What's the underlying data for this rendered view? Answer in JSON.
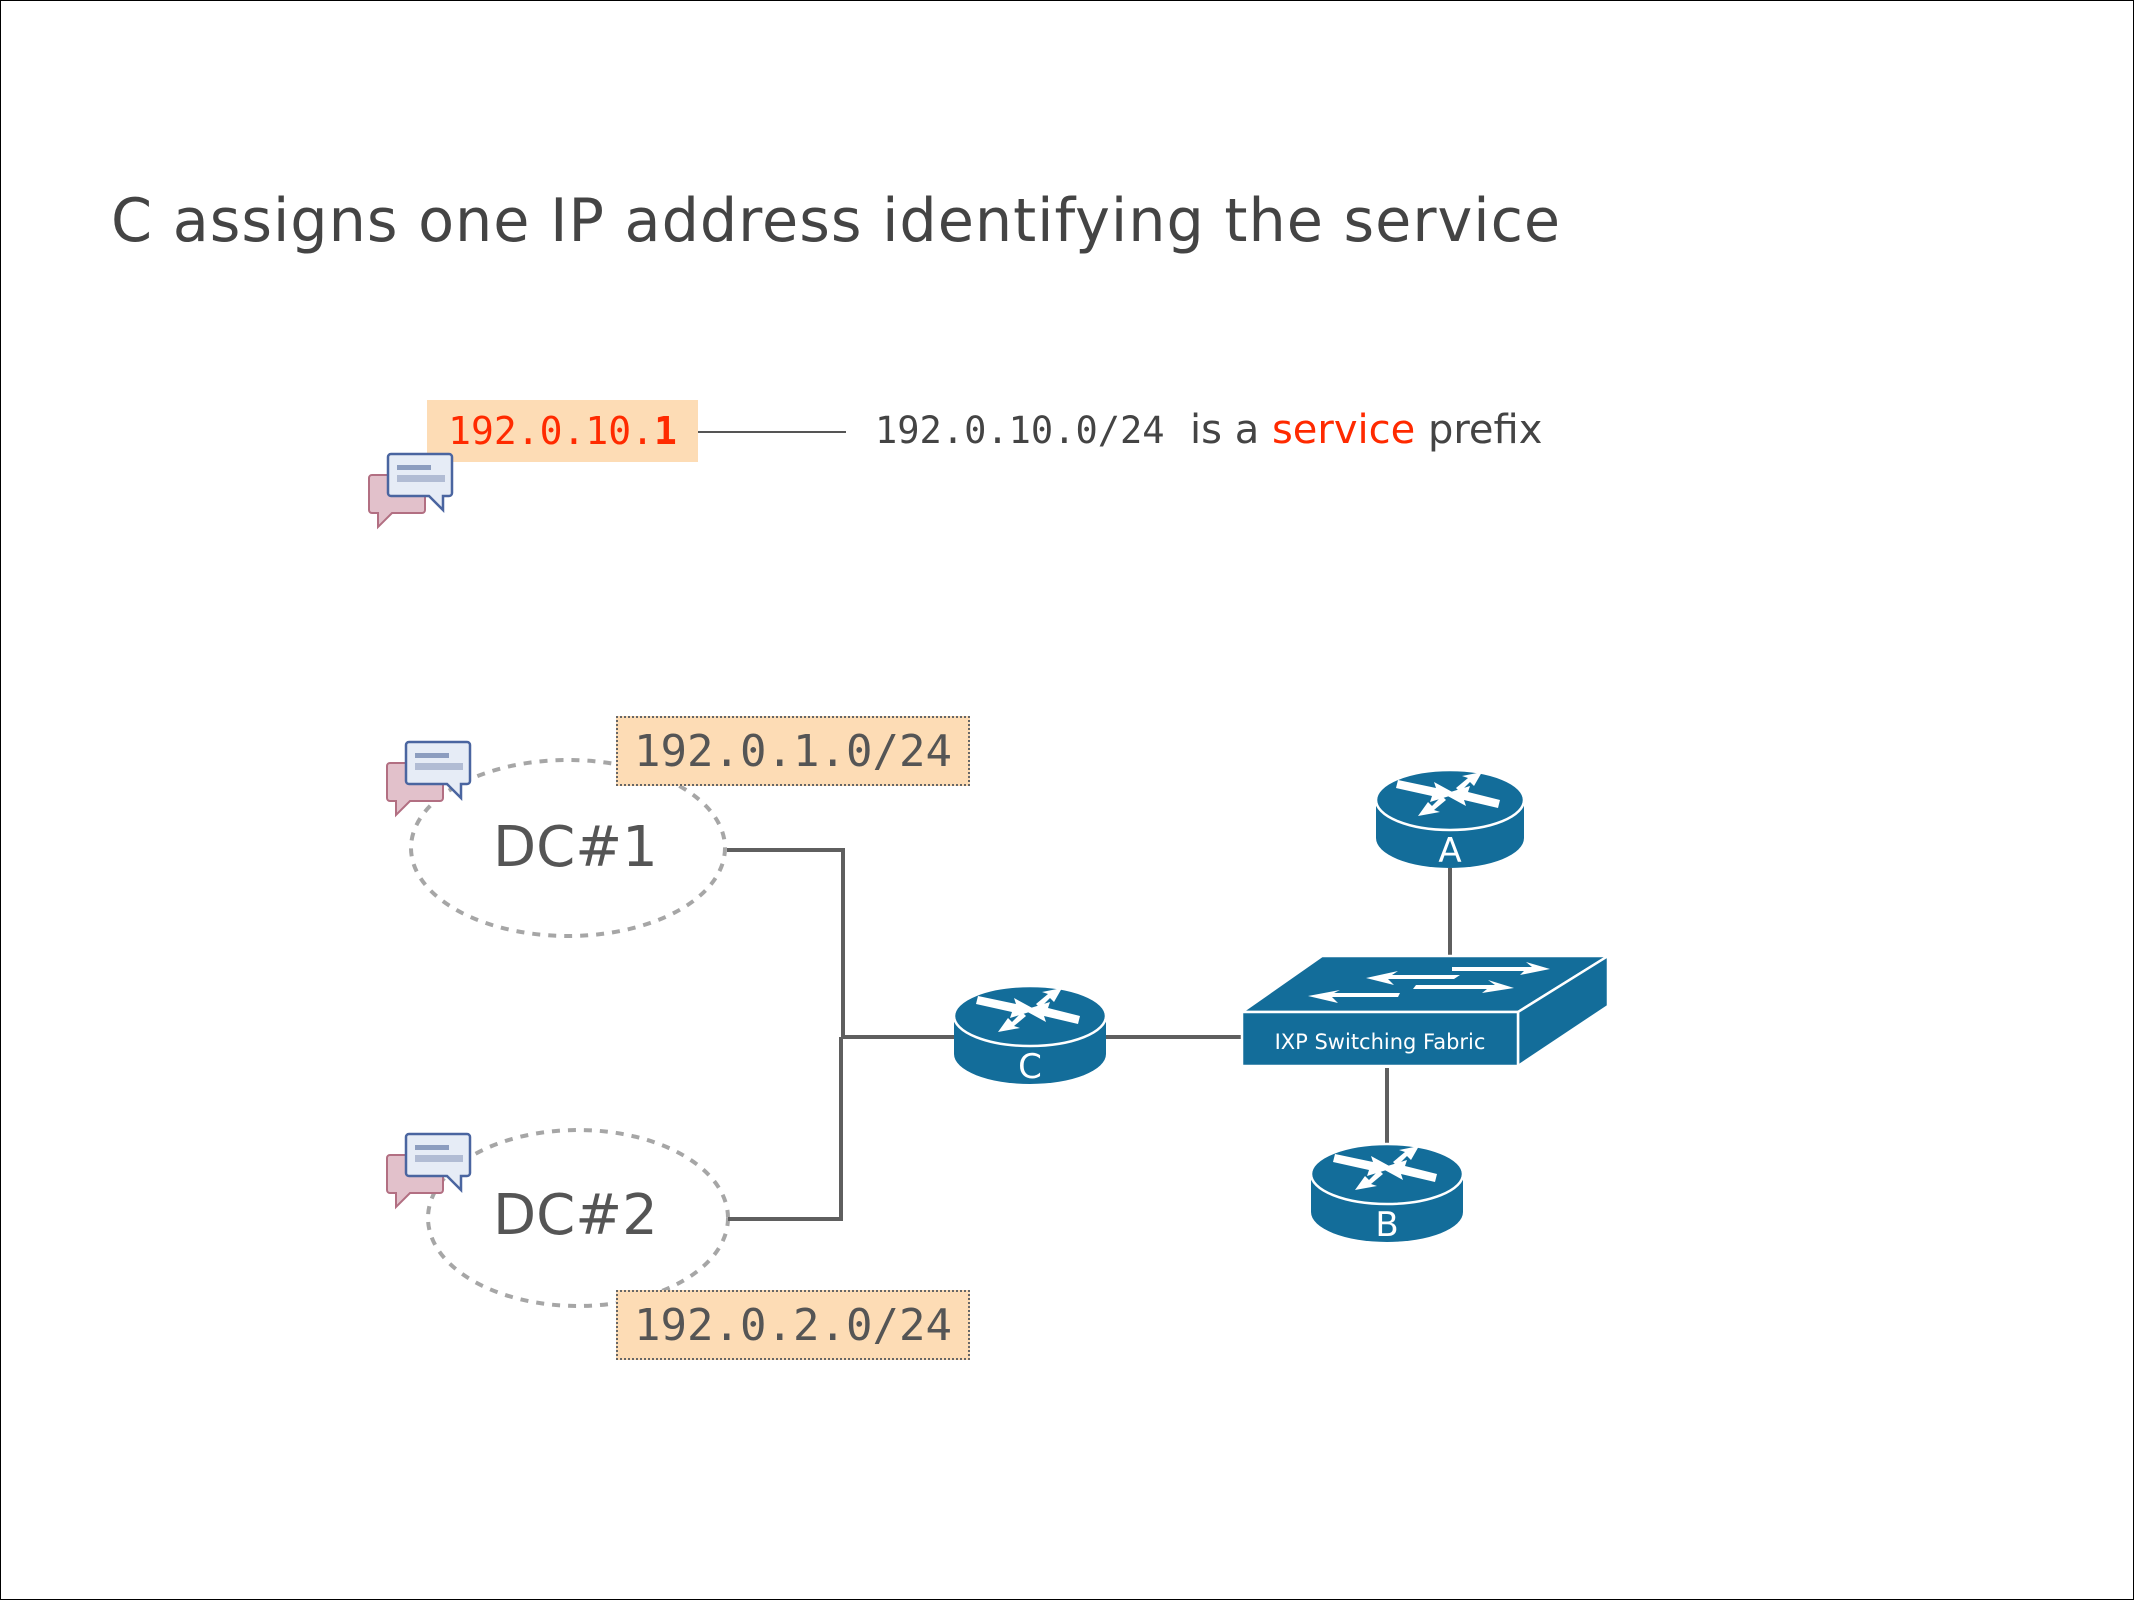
{
  "slide": {
    "title": "C assigns one IP address identifying the service"
  },
  "service": {
    "ip_prefix_part": "192.0.10.",
    "ip_host_part": "1",
    "note_prefix": "192.0.10.0/24",
    "note_text_1": "is a",
    "note_accent": "service",
    "note_text_2": "prefix",
    "icon": "chat-bubbles-icon"
  },
  "datacenters": [
    {
      "label": "DC#1",
      "prefix": "192.0.1.0/24",
      "icon": "chat-bubbles-icon"
    },
    {
      "label": "DC#2",
      "prefix": "192.0.2.0/24",
      "icon": "chat-bubbles-icon"
    }
  ],
  "routers": [
    {
      "id": "C",
      "label": "C"
    },
    {
      "id": "A",
      "label": "A"
    },
    {
      "id": "B",
      "label": "B"
    }
  ],
  "switch": {
    "label": "IXP Switching Fabric"
  },
  "colors": {
    "accent_red": "#FF2A00",
    "highlight_bg": "#FDDCB5",
    "cisco_blue": "#136D9A",
    "text_gray": "#444444",
    "link_gray": "#5F5F5F"
  }
}
